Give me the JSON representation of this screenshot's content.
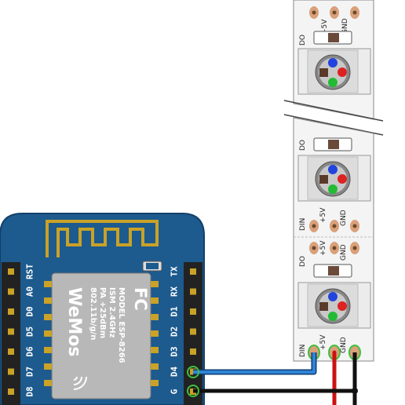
{
  "board": {
    "left_pins": [
      "RST",
      "A0",
      "D0",
      "D5",
      "D6",
      "D7",
      "D8"
    ],
    "right_pins": [
      "TX",
      "RX",
      "D1",
      "D2",
      "D3",
      "D4",
      "G"
    ],
    "chip_model": "MODEL ESP-8266",
    "chip_ism": "ISM 2.4GHz",
    "chip_pa": "PA +25dBm",
    "chip_std": "802.11b/g/n",
    "brand": "WeMos",
    "cert_logo": "FC"
  },
  "strip": {
    "pad_labels": {
      "din": "DIN",
      "vcc": "+5V",
      "gnd": "GND",
      "dout": "DO"
    }
  },
  "wires": [
    {
      "name": "data-wire",
      "from": "D4",
      "to": "DIN",
      "color": "#1f6fbf"
    },
    {
      "name": "ground-wire",
      "from": "G",
      "to": "GND",
      "color": "#111111"
    },
    {
      "name": "power-wire",
      "to": "+5V",
      "color": "#cc1111"
    }
  ],
  "colors": {
    "board_blue": "#1d5a8e",
    "strip_fill": "#f4f4f4",
    "chip_silver": "#b8b8b8",
    "pad_copper": "#d9a07a",
    "header_black": "#222222",
    "pin_gold": "#c9a227"
  }
}
